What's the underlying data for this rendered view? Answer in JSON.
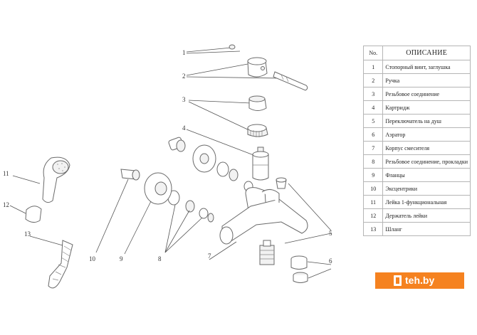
{
  "callouts": [
    "1",
    "2",
    "3",
    "4",
    "5",
    "6",
    "7",
    "8",
    "9",
    "10",
    "11",
    "12",
    "13"
  ],
  "table": {
    "header_no": "No.",
    "header_desc": "ОПИСАНИЕ",
    "rows": [
      {
        "no": "1",
        "desc": "Стопорный винт, заглушка"
      },
      {
        "no": "2",
        "desc": "Ручка"
      },
      {
        "no": "3",
        "desc": "Резьбовое соединение"
      },
      {
        "no": "4",
        "desc": "Картридж"
      },
      {
        "no": "5",
        "desc": "Переключатель на душ"
      },
      {
        "no": "6",
        "desc": "Аэратор"
      },
      {
        "no": "7",
        "desc": "Корпус смесителя"
      },
      {
        "no": "8",
        "desc": "Резьбовое соединение, прокладки"
      },
      {
        "no": "9",
        "desc": "Фланцы"
      },
      {
        "no": "10",
        "desc": "Эксцентрики"
      },
      {
        "no": "11",
        "desc": "Лейка 1-функциональная"
      },
      {
        "no": "12",
        "desc": "Держатель лейки"
      },
      {
        "no": "13",
        "desc": "Шланг"
      }
    ]
  },
  "brand": {
    "text": "teh.by",
    "color": "#f58220"
  }
}
